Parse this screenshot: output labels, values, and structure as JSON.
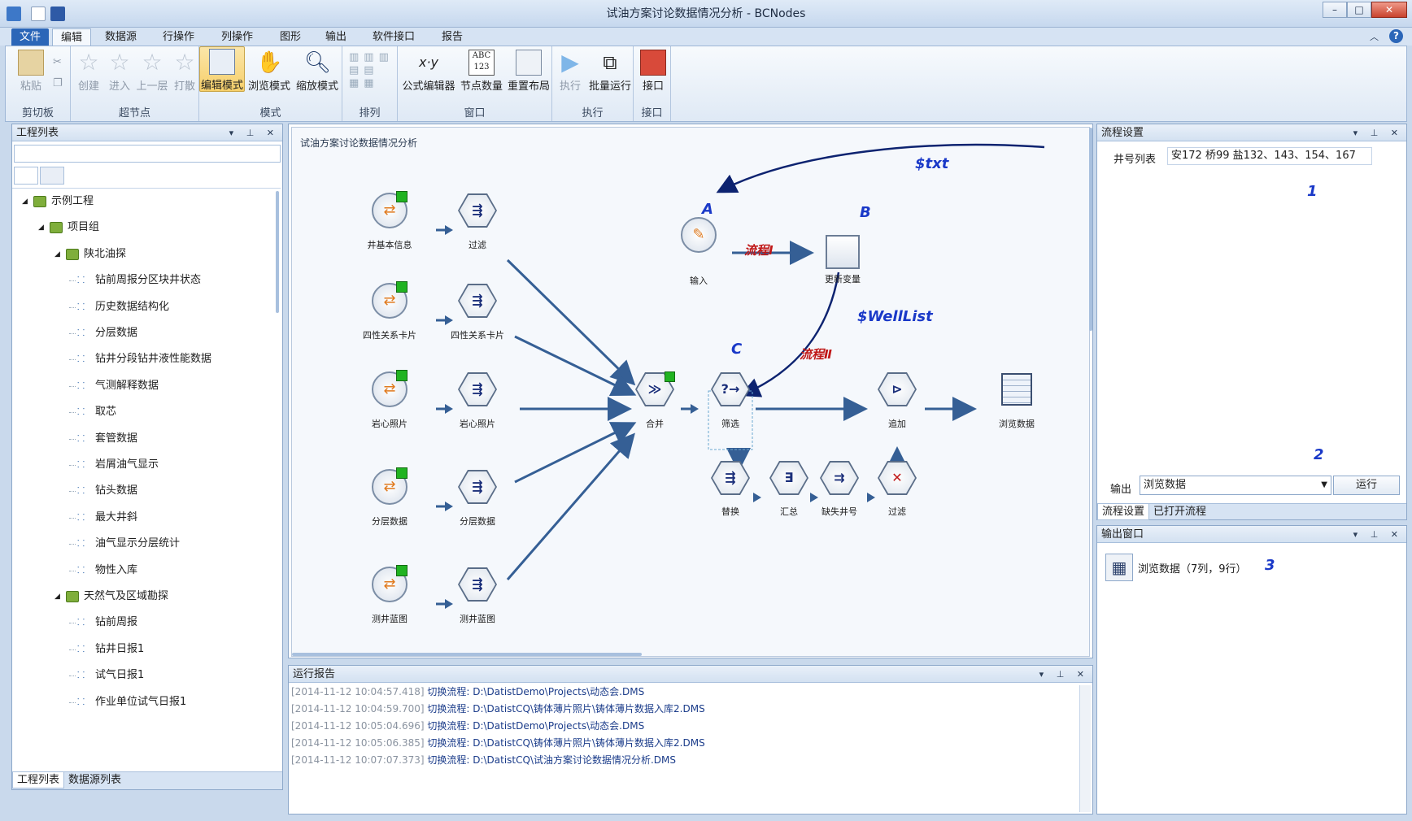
{
  "window": {
    "title": "试油方案讨论数据情况分析 - BCNodes"
  },
  "menu": {
    "file": "文件",
    "items": [
      "编辑",
      "数据源",
      "行操作",
      "列操作",
      "图形",
      "输出",
      "软件接口",
      "报告"
    ]
  },
  "ribbon": {
    "groups": {
      "clipboard": "剪切板",
      "supernode": "超节点",
      "mode": "模式",
      "arrange": "排列",
      "window": "窗口",
      "exec": "执行",
      "interface": "接口"
    },
    "paste": "粘贴",
    "create": "创建",
    "enter": "进入",
    "up": "上一层",
    "break": "打散",
    "edit_mode": "编辑模式",
    "browse_mode": "浏览模式",
    "zoom_mode": "缩放模式",
    "formula": "公式编辑器",
    "node_count": "节点数量",
    "relayout": "重置布局",
    "run": "执行",
    "batch_run": "批量运行",
    "iface": "接口"
  },
  "project_panel": {
    "title": "工程列表",
    "items": [
      {
        "label": "示例工程",
        "level": 0,
        "type": "folder"
      },
      {
        "label": "项目组",
        "level": 1,
        "type": "folder"
      },
      {
        "label": "陕北油探",
        "level": 2,
        "type": "folder"
      },
      {
        "label": "钻前周报分区块井状态",
        "level": 3,
        "type": "flow"
      },
      {
        "label": "历史数据结构化",
        "level": 3,
        "type": "flow"
      },
      {
        "label": "分层数据",
        "level": 3,
        "type": "flow"
      },
      {
        "label": "钻井分段钻井液性能数据",
        "level": 3,
        "type": "flow"
      },
      {
        "label": "气测解释数据",
        "level": 3,
        "type": "flow"
      },
      {
        "label": "取芯",
        "level": 3,
        "type": "flow"
      },
      {
        "label": "套管数据",
        "level": 3,
        "type": "flow"
      },
      {
        "label": "岩屑油气显示",
        "level": 3,
        "type": "flow"
      },
      {
        "label": "钻头数据",
        "level": 3,
        "type": "flow"
      },
      {
        "label": "最大井斜",
        "level": 3,
        "type": "flow"
      },
      {
        "label": "油气显示分层统计",
        "level": 3,
        "type": "flow"
      },
      {
        "label": "物性入库",
        "level": 3,
        "type": "flow"
      },
      {
        "label": "天然气及区域勘探",
        "level": 2,
        "type": "folder"
      },
      {
        "label": "钻前周报",
        "level": 3,
        "type": "flow"
      },
      {
        "label": "钻井日报1",
        "level": 3,
        "type": "flow"
      },
      {
        "label": "试气日报1",
        "level": 3,
        "type": "flow"
      },
      {
        "label": "作业单位试气日报1",
        "level": 3,
        "type": "flow"
      }
    ],
    "tabs": [
      "工程列表",
      "数据源列表"
    ]
  },
  "canvas": {
    "title": "试油方案讨论数据情况分析",
    "sources": [
      {
        "label": "井基本信息",
        "filter": "过滤"
      },
      {
        "label": "四性关系卡片",
        "filter": "四性关系卡片"
      },
      {
        "label": "岩心照片",
        "filter": "岩心照片"
      },
      {
        "label": "分层数据",
        "filter": "分层数据"
      },
      {
        "label": "测井蓝图",
        "filter": "测井蓝图"
      }
    ],
    "merge": "合并",
    "input": "输入",
    "update_var": "更新变量",
    "select": "筛选",
    "append": "追加",
    "browse": "浏览数据",
    "sub_nodes": [
      "替换",
      "汇总",
      "缺失井号",
      "过滤"
    ],
    "annotations": {
      "txt": "$txt",
      "welllist": "$WellList",
      "a": "A",
      "b": "B",
      "c": "C",
      "flow1": "流程Ⅰ",
      "flow2": "流程Ⅱ",
      "n1": "1",
      "n2": "2",
      "n3": "3"
    }
  },
  "flow_settings": {
    "title": "流程设置",
    "well_label": "井号列表",
    "well_value": "安172 桥99 盐132、143、154、167",
    "output_label": "输出",
    "output_value": "浏览数据",
    "run_button": "运行",
    "tabs": [
      "流程设置",
      "已打开流程"
    ]
  },
  "output_window": {
    "title": "输出窗口",
    "item": "浏览数据（7列，9行）"
  },
  "run_report": {
    "title": "运行报告",
    "lines": [
      {
        "ts": "[2014-11-12 10:04:57.418]",
        "msg": "切换流程: D:\\DatistDemo\\Projects\\动态会.DMS"
      },
      {
        "ts": "[2014-11-12 10:04:59.700]",
        "msg": "切换流程: D:\\DatistCQ\\铸体薄片照片\\铸体薄片数据入库2.DMS"
      },
      {
        "ts": "[2014-11-12 10:05:04.696]",
        "msg": "切换流程: D:\\DatistDemo\\Projects\\动态会.DMS"
      },
      {
        "ts": "[2014-11-12 10:05:06.385]",
        "msg": "切换流程: D:\\DatistCQ\\铸体薄片照片\\铸体薄片数据入库2.DMS"
      },
      {
        "ts": "[2014-11-12 10:07:07.373]",
        "msg": "切换流程: D:\\DatistCQ\\试油方案讨论数据情况分析.DMS"
      }
    ]
  },
  "colors": {
    "accent": "#2b66b8",
    "annotation_blue": "#1a39c8",
    "annotation_red": "#c01818",
    "arrow": "#355f95"
  }
}
